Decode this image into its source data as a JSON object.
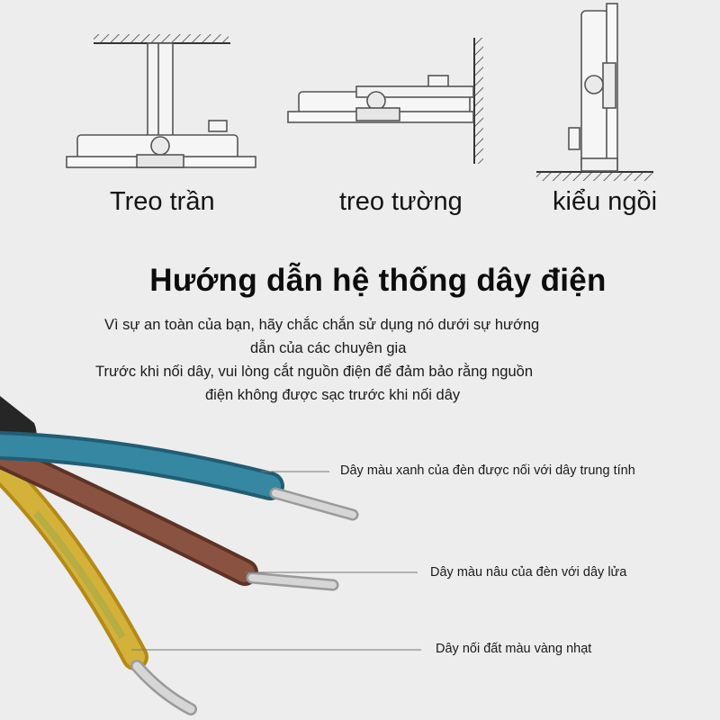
{
  "mounting": {
    "ceiling_caption": "Treo trần",
    "wall_caption": "treo tường",
    "floor_caption": "kiểu ngồi"
  },
  "wiring": {
    "title": "Hướng dẫn hệ thống dây điện",
    "note_lines": [
      "Vì sự an toàn của bạn, hãy chắc chắn sử dụng nó dưới sự hướng",
      "dẫn của các chuyên gia",
      "Trước khi nối dây, vui lòng cắt nguồn điện để đảm bảo rằng nguồn",
      "điện không được sạc trước khi nối dây"
    ],
    "wires": [
      {
        "label": "Dây màu xanh của đèn được nối với dây trung tính",
        "color": "#2f7f9a"
      },
      {
        "label": "Dây màu nâu của đèn với dây lửa",
        "color": "#7a4636"
      },
      {
        "label": "Dây nối đất màu vàng nhạt",
        "color": "#c9a62a"
      }
    ]
  },
  "colors": {
    "background": "#ededed",
    "line_art": "#555555",
    "copper": "#c9c9c9"
  }
}
